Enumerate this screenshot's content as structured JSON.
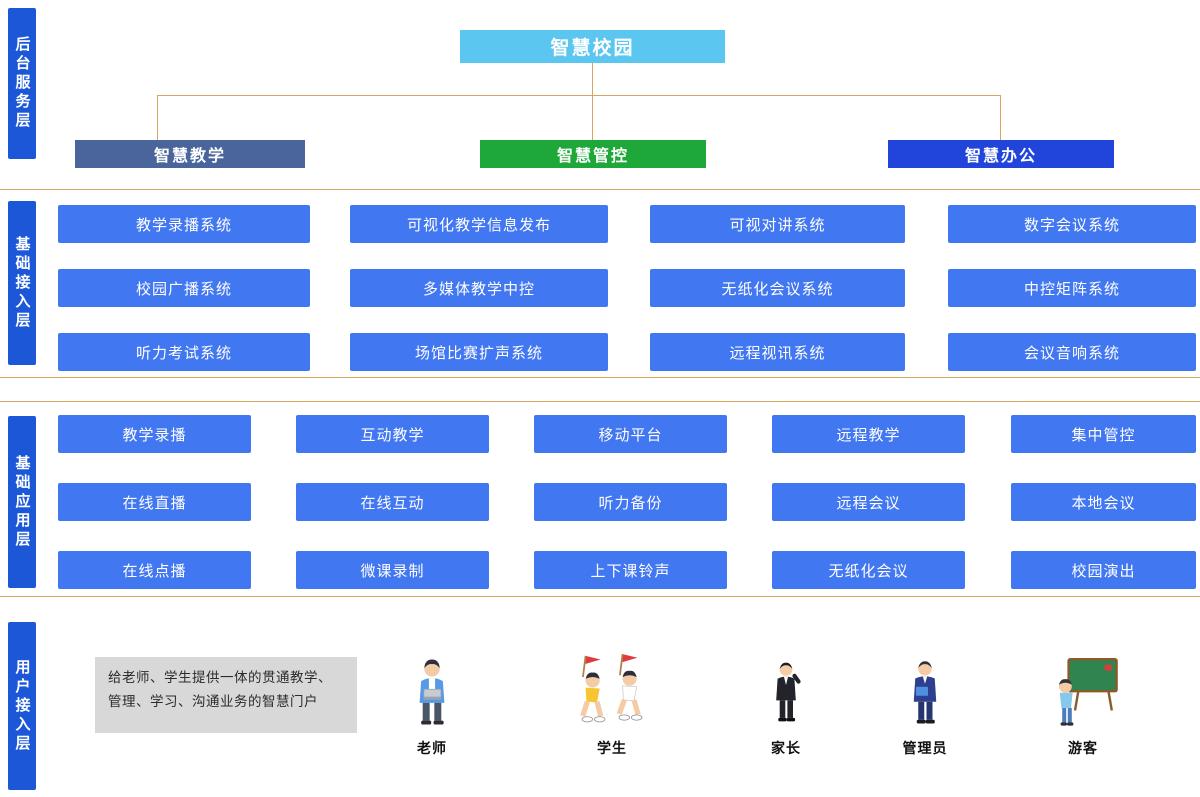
{
  "layers": [
    "后台服务层",
    "基础接入层",
    "基础应用层",
    "用户接入层"
  ],
  "root_title": "智慧校园",
  "categories": [
    {
      "label": "智慧教学",
      "color": "#49659b"
    },
    {
      "label": "智慧管控",
      "color": "#1fa83a"
    },
    {
      "label": "智慧办公",
      "color": "#2144db"
    }
  ],
  "access": [
    [
      "教学录播系统",
      "校园广播系统",
      "听力考试系统"
    ],
    [
      "可视化教学信息发布",
      "多媒体教学中控",
      "场馆比赛扩声系统"
    ],
    [
      "可视对讲系统",
      "无纸化会议系统",
      "远程视讯系统"
    ],
    [
      "数字会议系统",
      "中控矩阵系统",
      "会议音响系统"
    ]
  ],
  "app": [
    [
      "教学录播",
      "在线直播",
      "在线点播"
    ],
    [
      "互动教学",
      "在线互动",
      "微课录制"
    ],
    [
      "移动平台",
      "听力备份",
      "上下课铃声"
    ],
    [
      "远程教学",
      "远程会议",
      "无纸化会议"
    ],
    [
      "集中管控",
      "本地会议",
      "校园演出"
    ]
  ],
  "portal_note": "给老师、学生提供一体的贯通教学、管理、学习、沟通业务的智慧门户",
  "users": [
    "老师",
    "学生",
    "家长",
    "管理员",
    "游客"
  ],
  "colors": {
    "node_blue": "#4277f2",
    "sidebar_blue": "#1c57d8",
    "root_sky": "#5bc6ef",
    "connector_tan": "#d9a45e"
  }
}
